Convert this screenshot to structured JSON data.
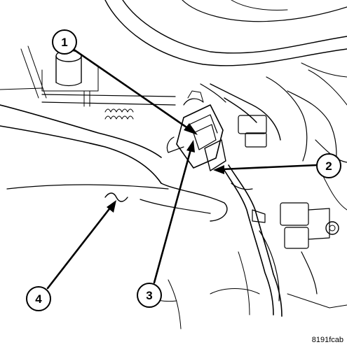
{
  "figure_id": "8191fcab",
  "callouts": [
    {
      "number": "1"
    },
    {
      "number": "2"
    },
    {
      "number": "3"
    },
    {
      "number": "4"
    }
  ]
}
